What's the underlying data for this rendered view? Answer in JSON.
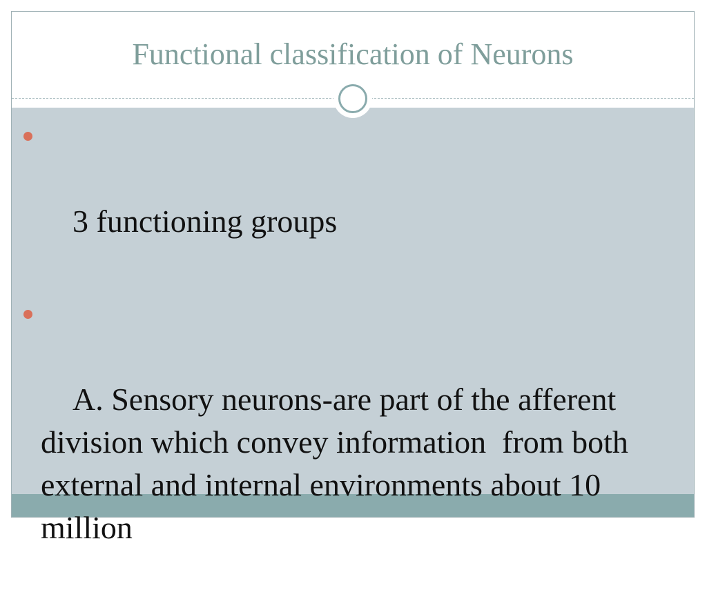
{
  "slide": {
    "title": "Functional classification of Neurons",
    "bullets": [
      {
        "text": "3 functioning groups"
      },
      {
        "text": "A. Sensory neurons-are part of the afferent division which convey information  from both external and internal environments about 10 million"
      }
    ]
  },
  "colors": {
    "title": "#7f9e9b",
    "content_background": "#c5d0d6",
    "footer_bar": "#8aabad",
    "bullet": "#d9705a",
    "body_text": "#111111"
  },
  "icons": {
    "divider_ornament": "circle-ring-icon",
    "bullet_marker": "bullet-dot-icon"
  }
}
